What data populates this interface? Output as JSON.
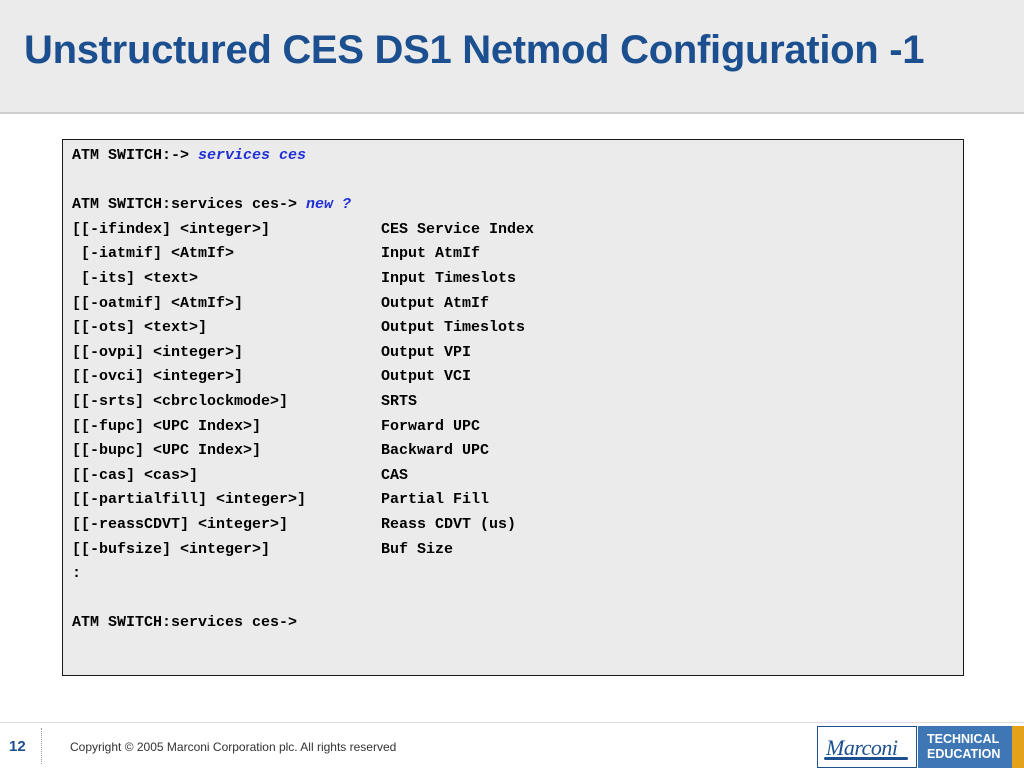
{
  "slide": {
    "title": "Unstructured CES DS1 Netmod Configuration -1",
    "page_number": "12",
    "copyright": "Copyright © 2005 Marconi Corporation plc. All rights reserved"
  },
  "terminal": {
    "line1_prompt": "ATM SWITCH:-> ",
    "line1_cmd": "services ces",
    "line2_prompt": "ATM SWITCH:services ces-> ",
    "line2_cmd": "new ?",
    "options": [
      {
        "opt": "[[-ifindex] <integer>]",
        "desc": "CES Service Index"
      },
      {
        "opt": " [-iatmif] <AtmIf>",
        "desc": "Input AtmIf"
      },
      {
        "opt": " [-its] <text>",
        "desc": "Input Timeslots"
      },
      {
        "opt": "[[-oatmif] <AtmIf>]",
        "desc": "Output AtmIf"
      },
      {
        "opt": "[[-ots] <text>]",
        "desc": "Output Timeslots"
      },
      {
        "opt": "[[-ovpi] <integer>]",
        "desc": "Output VPI"
      },
      {
        "opt": "[[-ovci] <integer>]",
        "desc": "Output VCI"
      },
      {
        "opt": "[[-srts] <cbrclockmode>]",
        "desc": "SRTS"
      },
      {
        "opt": "[[-fupc] <UPC Index>]",
        "desc": "Forward UPC"
      },
      {
        "opt": "[[-bupc] <UPC Index>]",
        "desc": "Backward UPC"
      },
      {
        "opt": "[[-cas] <cas>]",
        "desc": "CAS"
      },
      {
        "opt": "[[-partialfill] <integer>]",
        "desc": "Partial Fill"
      },
      {
        "opt": "[[-reassCDVT] <integer>]",
        "desc": "Reass CDVT (us)"
      },
      {
        "opt": "[[-bufsize] <integer>]",
        "desc": "Buf Size"
      }
    ],
    "colon_line": ":",
    "final_prompt": "ATM SWITCH:services ces->"
  },
  "branding": {
    "logo_text": "Marconi",
    "tech_line1": "TECHNICAL",
    "tech_line2": "EDUCATION"
  },
  "colors": {
    "title": "#1c4f8f",
    "command": "#1f2fd6",
    "terminal_bg": "#ebebeb",
    "accent_gold": "#e3a21a"
  }
}
